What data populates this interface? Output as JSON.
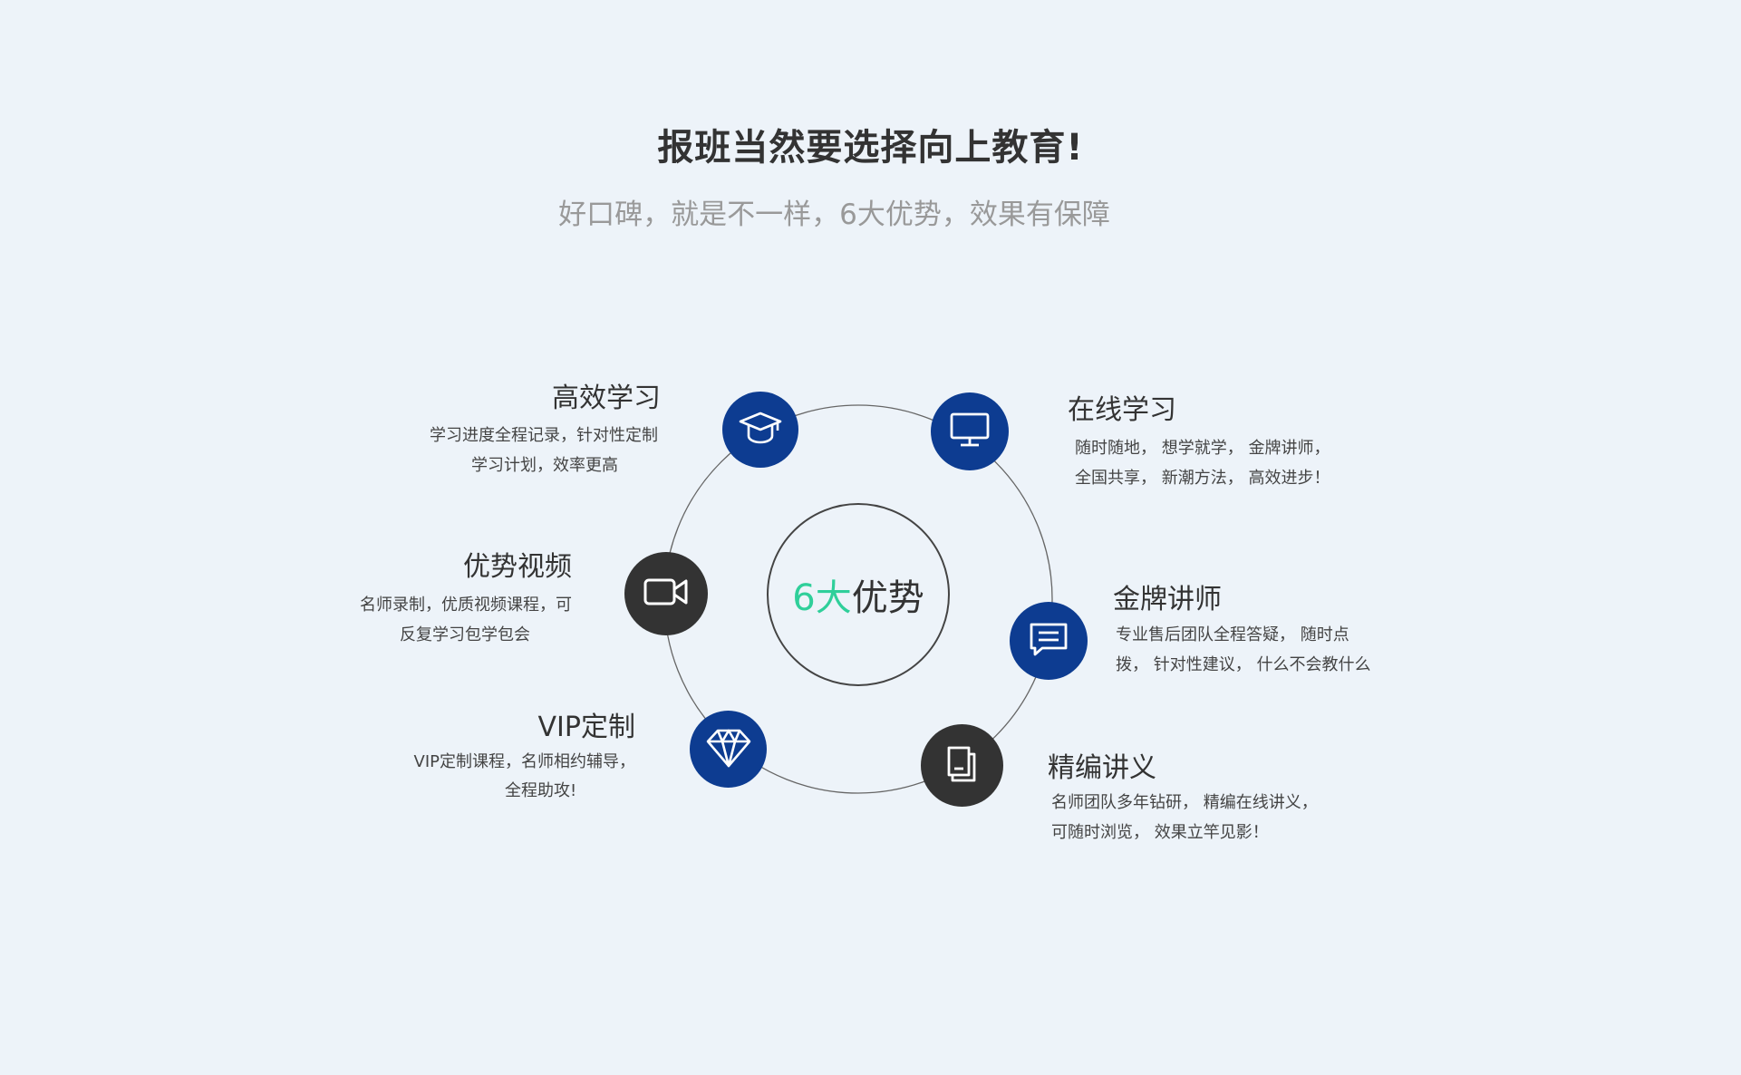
{
  "header": {
    "title": "报班当然要选择向上教育!",
    "subtitle": "好口碑，就是不一样，6大优势，效果有保障"
  },
  "center": {
    "highlight": "6大",
    "rest": "优势",
    "highlight_color": "#2fcf9a"
  },
  "colors": {
    "accent_blue": "#0d3c91",
    "dark": "#333333",
    "background": "#edf3f9"
  },
  "features": {
    "efficient": {
      "title": "高效学习",
      "line1": "学习进度全程记录，针对性定制",
      "line2": "学习计划，效率更高",
      "icon": "graduation-cap-icon"
    },
    "online": {
      "title": "在线学习",
      "line1": "随时随地，  想学就学，  金牌讲师，",
      "line2": "全国共享，  新潮方法，  高效进步！",
      "icon": "monitor-icon"
    },
    "video": {
      "title": "优势视频",
      "line1": "名师录制，优质视频课程，可",
      "line2": "反复学习包学包会",
      "icon": "video-camera-icon"
    },
    "teacher": {
      "title": "金牌讲师",
      "line1": "专业售后团队全程答疑，  随时点",
      "line2": "拨，  针对性建议，  什么不会教什么",
      "icon": "chat-icon"
    },
    "vip": {
      "title": "VIP定制",
      "line1": "VIP定制课程，名师相约辅导，",
      "line2": "全程助攻!",
      "icon": "diamond-icon"
    },
    "notes": {
      "title": "精编讲义",
      "line1": "名师团队多年钻研，  精编在线讲义，",
      "line2": "可随时浏览，  效果立竿见影！",
      "icon": "document-icon"
    }
  }
}
